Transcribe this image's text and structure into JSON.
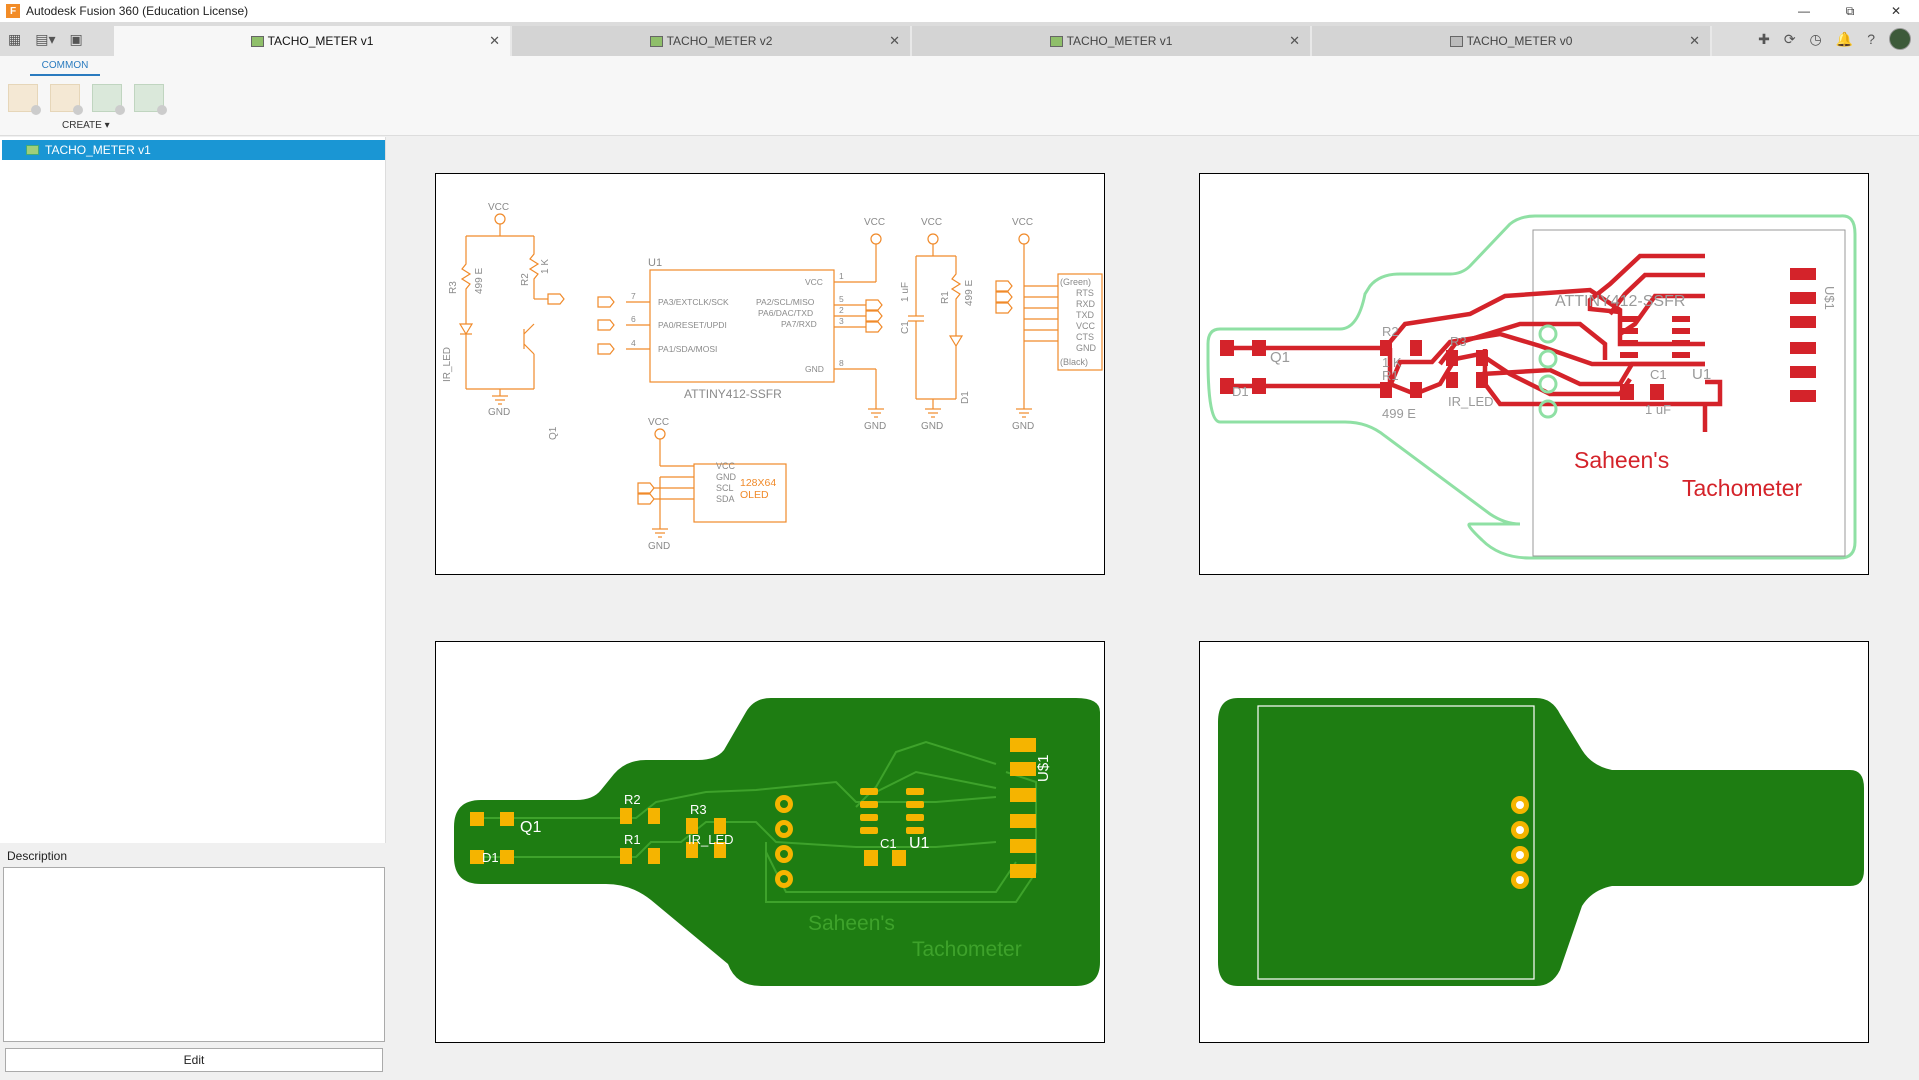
{
  "window": {
    "title": "Autodesk Fusion 360 (Education License)",
    "app_icon": "F",
    "controls": [
      "—",
      "⧉",
      "✕"
    ]
  },
  "tabs": [
    {
      "label": "TACHO_METER v1",
      "active": true,
      "icon": "pcb-doc-icon"
    },
    {
      "label": "TACHO_METER v2",
      "active": false,
      "icon": "schematic-doc-icon"
    },
    {
      "label": "TACHO_METER v1",
      "active": false,
      "icon": "board-doc-icon"
    },
    {
      "label": "TACHO_METER v0",
      "active": false,
      "icon": "model-doc-icon"
    }
  ],
  "toolbar": {
    "common_tab": "COMMON",
    "create_label": "CREATE ▾"
  },
  "browser": {
    "root_item": "TACHO_METER v1"
  },
  "description": {
    "label": "Description",
    "edit_button": "Edit"
  },
  "schematic": {
    "vcc": "VCC",
    "gnd": "GND",
    "r3_name": "R3",
    "r3_value": "499 E",
    "r2_name": "R2",
    "r2_value": "1 K",
    "ir_led": "IR_LED",
    "q1": "Q1",
    "u1_name": "U1",
    "u1_part": "ATTINY412-SSFR",
    "u1_pins_left": [
      "PA3/EXTCLK/SCK",
      "PA0/RESET/UPDI",
      "PA1/SDA/MOSI"
    ],
    "u1_pinnums_left": [
      "7",
      "6",
      "4"
    ],
    "u1_pins_right": [
      "VCC",
      "PA2/SCL/MISO",
      "PA6/DAC/TXD",
      "PA7/RXD",
      "GND"
    ],
    "u1_pinnums_right": [
      "1",
      "5",
      "2",
      "3",
      "8"
    ],
    "c1_name": "C1",
    "c1_value": "1 uF",
    "r1_name": "R1",
    "r1_value": "499 E",
    "d1": "D1",
    "ftdi_pins": [
      "(Green)",
      "RTS",
      "RXD",
      "TXD",
      "VCC",
      "CTS",
      "GND",
      "(Black)"
    ],
    "oled_pins": [
      "VCC",
      "GND",
      "SCL",
      "SDA"
    ],
    "oled_label_1": "128X64",
    "oled_label_2": "OLED"
  },
  "board": {
    "brand_1": "Saheen's",
    "brand_2": "Tachometer",
    "labels": [
      "Q1",
      "D1",
      "R2",
      "R3",
      "R1",
      "IR_LED",
      "C1",
      "U1",
      "U$1",
      "ATTINY412-SSFR",
      "499 E",
      "1 uF",
      "1 K"
    ]
  },
  "colors": {
    "schematic_orange": "#f08a2a",
    "copper_red": "#d4232a",
    "board_green": "#1e7d12",
    "pad_gold": "#f5b400",
    "outline_green": "#8fe0a4",
    "selection_blue": "#1a96d4"
  }
}
